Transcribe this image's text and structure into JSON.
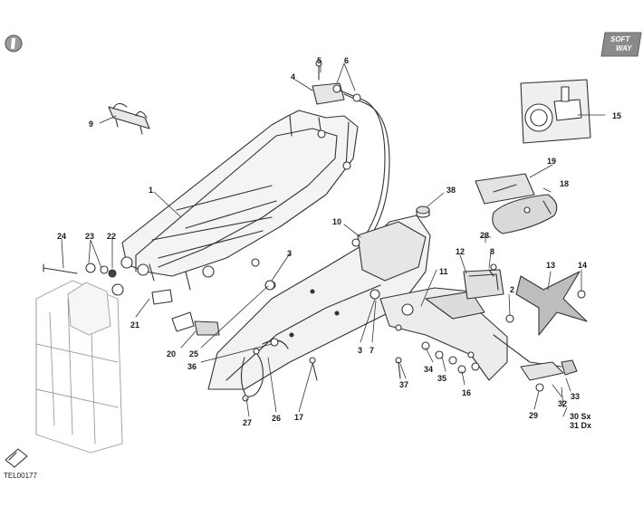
{
  "logo": {
    "line1": "SOFT",
    "line2": "WAY"
  },
  "drawing_code": "TEL00177",
  "callouts": {
    "c1": "1",
    "c2": "2",
    "c3a": "3",
    "c3b": "3",
    "c4": "4",
    "c5": "5",
    "c6": "6",
    "c7": "7",
    "c8": "8",
    "c9": "9",
    "c10": "10",
    "c11": "11",
    "c12": "12",
    "c13": "13",
    "c14": "14",
    "c15": "15",
    "c16": "16",
    "c17": "17",
    "c18": "18",
    "c19": "19",
    "c20": "20",
    "c21": "21",
    "c22": "22",
    "c23": "23",
    "c24": "24",
    "c25": "25",
    "c26": "26",
    "c27": "27",
    "c28": "28",
    "c29": "29",
    "c30": "30 Sx",
    "c31": "31 Dx",
    "c32": "32",
    "c33": "33",
    "c34": "34",
    "c35": "35",
    "c36": "36",
    "c37": "37",
    "c38": "38"
  },
  "colors": {
    "line": "#333333",
    "fill": "#ececec",
    "shade": "#d2d2d2"
  }
}
